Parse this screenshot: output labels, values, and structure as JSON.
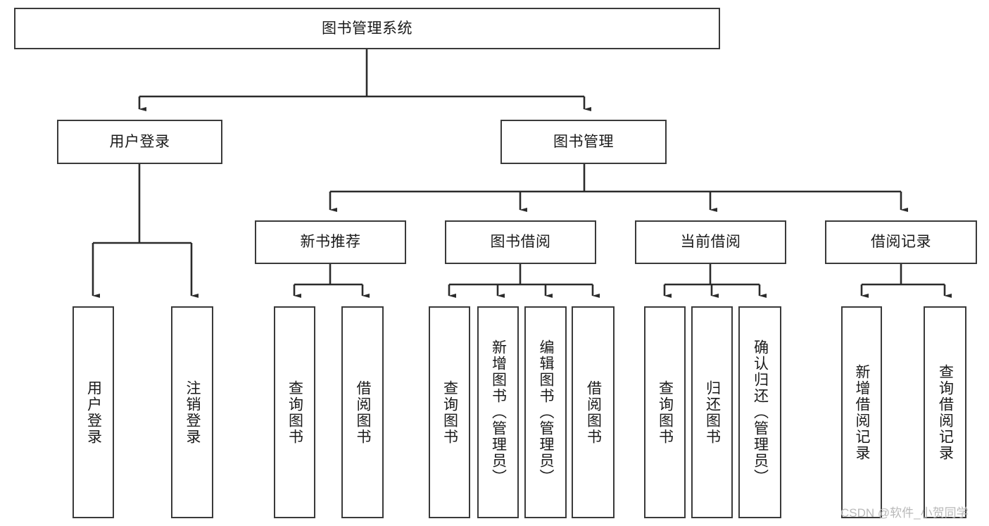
{
  "diagram": {
    "type": "tree-hierarchy",
    "title": "图书管理系统",
    "watermark": "CSDN @软件_小贺同学",
    "colors": {
      "box_border": "#3a3a3a",
      "connector": "#2b2b2b",
      "text": "#1a1a1a",
      "background": "#ffffff",
      "watermark": "#b9b9b9"
    },
    "nodes": {
      "root": {
        "label": "图书管理系统",
        "level": 1,
        "orientation": "horizontal"
      },
      "l2": [
        {
          "id": "user-login",
          "label": "用户登录",
          "level": 2,
          "orientation": "horizontal"
        },
        {
          "id": "book-manage",
          "label": "图书管理",
          "level": 2,
          "orientation": "horizontal"
        }
      ],
      "l3": [
        {
          "id": "new-book-recommend",
          "label": "新书推荐",
          "level": 3,
          "orientation": "horizontal",
          "parent": "book-manage"
        },
        {
          "id": "book-borrow",
          "label": "图书借阅",
          "level": 3,
          "orientation": "horizontal",
          "parent": "book-manage"
        },
        {
          "id": "current-borrow",
          "label": "当前借阅",
          "level": 3,
          "orientation": "horizontal",
          "parent": "book-manage"
        },
        {
          "id": "borrow-record",
          "label": "借阅记录",
          "level": 3,
          "orientation": "horizontal",
          "parent": "book-manage"
        }
      ],
      "leaves": [
        {
          "id": "leaf-user-login",
          "label": "用户登录",
          "parent": "user-login",
          "orientation": "vertical"
        },
        {
          "id": "leaf-logout",
          "label": "注销登录",
          "parent": "user-login",
          "orientation": "vertical"
        },
        {
          "id": "leaf-query-book-1",
          "label": "查询图书",
          "parent": "new-book-recommend",
          "orientation": "vertical"
        },
        {
          "id": "leaf-borrow-book-1",
          "label": "借阅图书",
          "parent": "new-book-recommend",
          "orientation": "vertical"
        },
        {
          "id": "leaf-query-book-2",
          "label": "查询图书",
          "parent": "book-borrow",
          "orientation": "vertical"
        },
        {
          "id": "leaf-add-book",
          "label": "新增图书（管理员）",
          "parent": "book-borrow",
          "orientation": "vertical"
        },
        {
          "id": "leaf-edit-book",
          "label": "编辑图书（管理员）",
          "parent": "book-borrow",
          "orientation": "vertical"
        },
        {
          "id": "leaf-borrow-book-2",
          "label": "借阅图书",
          "parent": "book-borrow",
          "orientation": "vertical"
        },
        {
          "id": "leaf-query-book-3",
          "label": "查询图书",
          "parent": "current-borrow",
          "orientation": "vertical"
        },
        {
          "id": "leaf-return-book",
          "label": "归还图书",
          "parent": "current-borrow",
          "orientation": "vertical"
        },
        {
          "id": "leaf-confirm-return",
          "label": "确认归还（管理员）",
          "parent": "current-borrow",
          "orientation": "vertical"
        },
        {
          "id": "leaf-add-record",
          "label": "新增借阅记录",
          "parent": "borrow-record",
          "orientation": "vertical"
        },
        {
          "id": "leaf-query-record",
          "label": "查询借阅记录",
          "parent": "borrow-record",
          "orientation": "vertical"
        }
      ]
    }
  }
}
